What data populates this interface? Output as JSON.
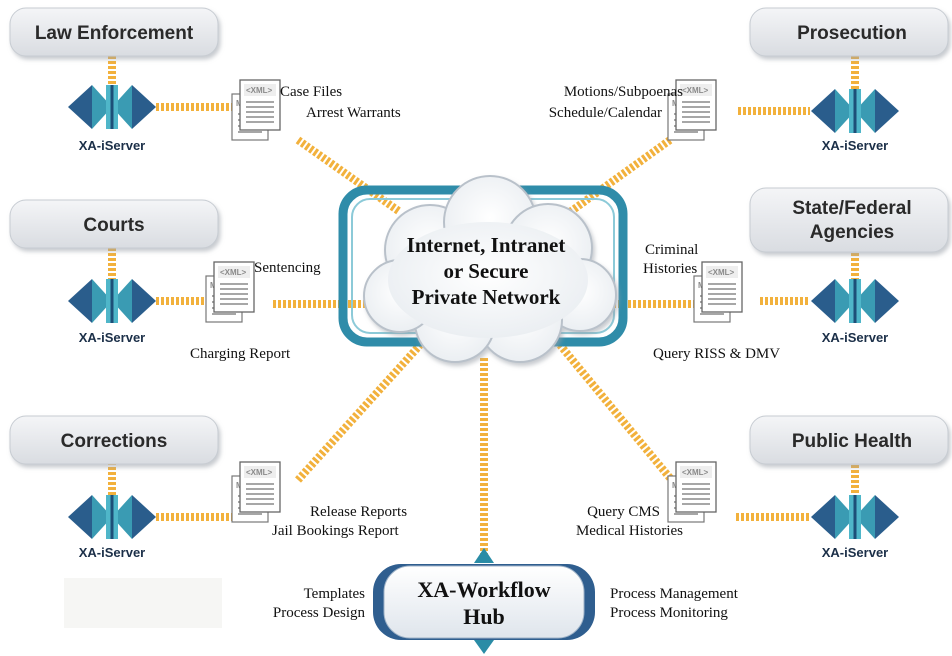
{
  "agencies": [
    {
      "key": "law",
      "name": "Law Enforcement",
      "server_label": "XA-iServer"
    },
    {
      "key": "prosecution",
      "name": "Prosecution",
      "server_label": "XA-iServer"
    },
    {
      "key": "courts",
      "name": "Courts",
      "server_label": "XA-iServer"
    },
    {
      "key": "state",
      "name_lines": [
        "State/Federal",
        "Agencies"
      ],
      "server_label": "XA-iServer"
    },
    {
      "key": "corrections",
      "name": "Corrections",
      "server_label": "XA-iServer"
    },
    {
      "key": "health",
      "name": "Public Health",
      "server_label": "XA-iServer"
    }
  ],
  "documents": {
    "law": [
      "Case Files",
      "Arrest Warrants"
    ],
    "prosecution": [
      "Motions/Subpoenas",
      "Schedule/Calendar"
    ],
    "courts_top": "Sentencing",
    "courts_bottom": "Charging Report",
    "state_top": [
      "Criminal",
      "Histories"
    ],
    "state_bottom": "Query RISS & DMV",
    "corrections": [
      "Release Reports",
      "Jail Bookings Report"
    ],
    "health": [
      "Query CMS",
      "Medical Histories"
    ]
  },
  "xml_tag": "<XML>",
  "xml_tag_short": "ML>",
  "network": {
    "lines": [
      "Internet, Intranet",
      "or Secure",
      "Private Network"
    ]
  },
  "hub": {
    "lines": [
      "XA-Workflow",
      "Hub"
    ],
    "left_labels": [
      "Templates",
      "Process Design"
    ],
    "right_labels": [
      "Process Management",
      "Process Monitoring"
    ]
  },
  "colors": {
    "connector": "#f2b13c",
    "server_dark": "#2a5d8c",
    "server_teal": "#3a9bb3",
    "pill_fill": "#e6e8ec",
    "network_frame": "#2f8ca9"
  }
}
